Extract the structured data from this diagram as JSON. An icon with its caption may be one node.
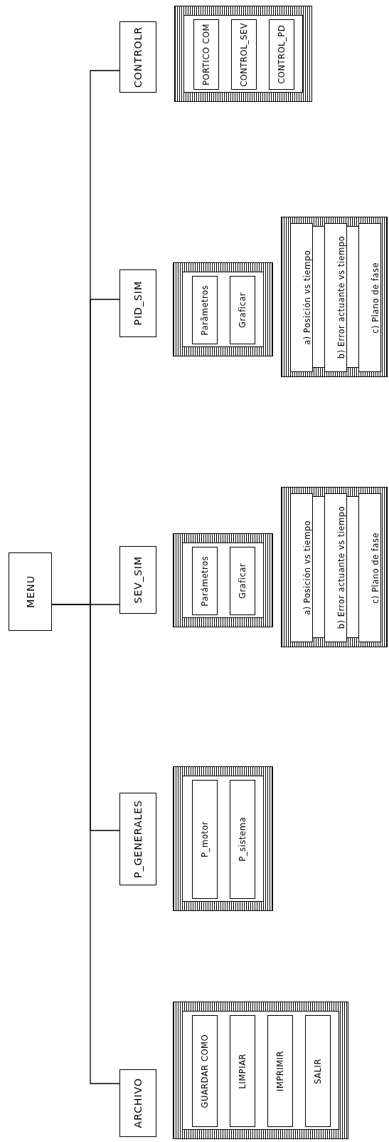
{
  "diagram": {
    "nodes": [
      {
        "text": [
          "MENU"
        ]
      },
      {
        "text": [
          "ARCHIVO"
        ]
      },
      {
        "text": [
          "P_GENERALES"
        ]
      },
      {
        "text": [
          "SEV_SIM"
        ]
      },
      {
        "text": [
          "PID_SIM"
        ]
      },
      {
        "text": [
          "CONTROLR"
        ]
      },
      {
        "text": [],
        "shape": "box"
      },
      {
        "text": [
          "GUARDAR COMO"
        ],
        "in": 6
      },
      {
        "text": [
          "LIMPIAR"
        ],
        "in": 6
      },
      {
        "text": [
          "IMPRIMIR"
        ],
        "in": 6
      },
      {
        "text": [
          "SALIR"
        ],
        "in": 6
      },
      {
        "text": [],
        "shape": "box"
      },
      {
        "text": [
          "P_motor"
        ],
        "in": 11
      },
      {
        "text": [
          "P_sistema"
        ],
        "in": 11
      },
      {
        "text": [],
        "shape": "box"
      },
      {
        "text": [
          "Parámetros"
        ],
        "in": 14
      },
      {
        "text": [
          "Graficar"
        ],
        "in": 14
      },
      {
        "text": [],
        "shape": "box"
      },
      {
        "text": [
          "a) Posición vs tiempo"
        ],
        "in": 17
      },
      {
        "text": [
          "b) Error actuante vs tiempo"
        ],
        "in": 17
      },
      {
        "text": [
          "c) Plano de fase"
        ],
        "in": 17
      },
      {
        "text": [],
        "shape": "box"
      },
      {
        "text": [
          "Parãmetros"
        ],
        "in": 21
      },
      {
        "text": [
          "Graficar"
        ],
        "in": 21
      },
      {
        "text": [],
        "shape": "box"
      },
      {
        "text": [
          "a) Posición vs tiempo"
        ],
        "in": 24
      },
      {
        "text": [
          "b) Error actuante vs tiempo"
        ],
        "in": 24
      },
      {
        "text": [
          "c) Plano de fase"
        ],
        "in": 24
      },
      {
        "text": [],
        "shape": "box"
      },
      {
        "text": [
          "PORTICO COM"
        ],
        "in": 28
      },
      {
        "text": [
          "CONTROL_SEV"
        ],
        "in": 28
      },
      {
        "text": [
          "CONTROL_PD"
        ],
        "in": 28
      }
    ],
    "edges": [
      {
        "from": 0,
        "to": 1,
        "arrow": "none"
      },
      {
        "from": 0,
        "to": 2,
        "arrow": "none"
      },
      {
        "from": 0,
        "to": 3,
        "arrow": "none"
      },
      {
        "from": 0,
        "to": 4,
        "arrow": "none"
      },
      {
        "from": 0,
        "to": 5,
        "arrow": "none"
      }
    ]
  }
}
